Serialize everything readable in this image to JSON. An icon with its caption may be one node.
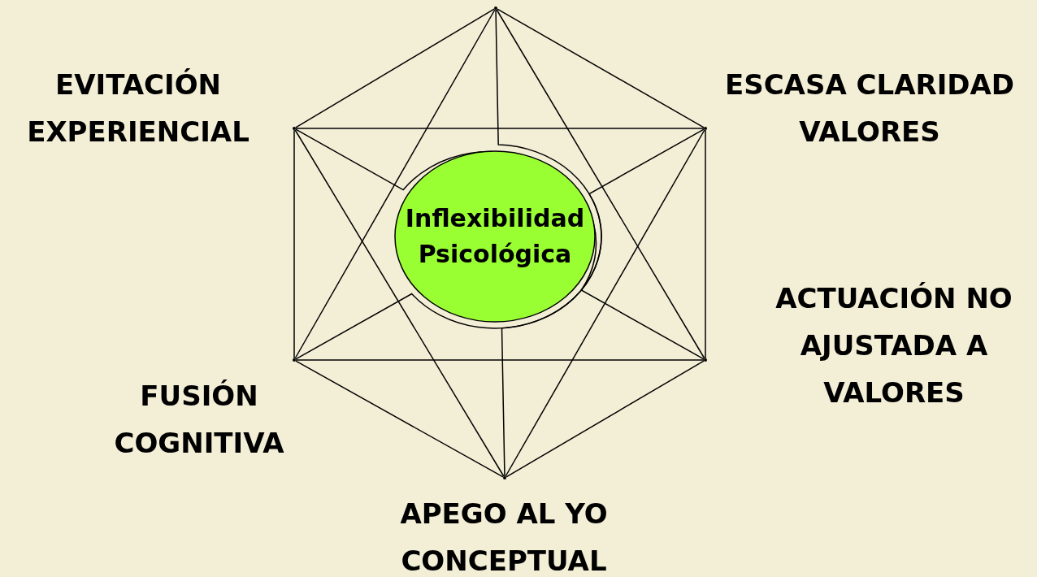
{
  "diagram": {
    "nodes": [
      {
        "text": [],
        "shape": "point"
      },
      {
        "text": [],
        "shape": "point",
        "beside": [
          "EVITACIÓN EXPERIENCIAL"
        ]
      },
      {
        "text": [],
        "shape": "point",
        "beside": [
          "ESCASA CLARIDAD VALORES"
        ]
      },
      {
        "text": [
          "Inflexibilidad Psicológica"
        ]
      },
      {
        "text": [],
        "shape": "point",
        "beside": [
          "FUSIÓN COGNITIVA"
        ]
      },
      {
        "text": [],
        "shape": "point",
        "beside": [
          "ACTUACIÓN NO AJUSTADA A VALORES"
        ]
      },
      {
        "text": [],
        "shape": "point",
        "beside": [
          "APEGO AL YO CONCEPTUAL"
        ]
      }
    ],
    "edges": [
      {
        "from": 0,
        "to": 1,
        "arrow": "none"
      },
      {
        "from": 0,
        "to": 2,
        "arrow": "none"
      },
      {
        "from": 0,
        "to": 4,
        "arrow": "none"
      },
      {
        "from": 0,
        "to": 5,
        "arrow": "none"
      },
      {
        "from": 0,
        "to": 6,
        "arrow": "none"
      },
      {
        "from": 1,
        "to": 2,
        "arrow": "none"
      },
      {
        "from": 1,
        "to": 4,
        "arrow": "none"
      },
      {
        "from": 1,
        "to": 5,
        "arrow": "none"
      },
      {
        "from": 1,
        "to": 6,
        "arrow": "none"
      },
      {
        "from": 2,
        "to": 4,
        "arrow": "none"
      },
      {
        "from": 2,
        "to": 5,
        "arrow": "none"
      },
      {
        "from": 2,
        "to": 6,
        "arrow": "none"
      },
      {
        "from": 4,
        "to": 5,
        "arrow": "none"
      },
      {
        "from": 4,
        "to": 6,
        "arrow": "none"
      },
      {
        "from": 5,
        "to": 6,
        "arrow": "none"
      }
    ]
  }
}
